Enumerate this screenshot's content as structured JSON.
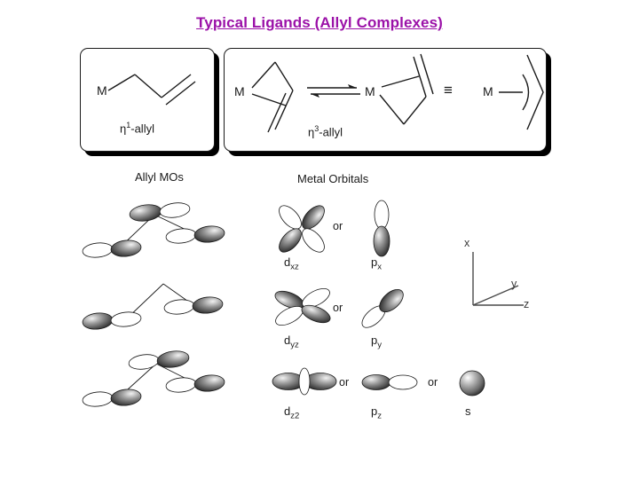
{
  "slide": {
    "title": "Typical Ligands (Allyl Complexes)",
    "title_color": "#9b11a8",
    "background": "#ffffff"
  },
  "boxes": [
    {
      "id": "eta1",
      "label_eta": "η",
      "label_sup": "1",
      "label_rest": "-allyl",
      "metal_label": "M"
    },
    {
      "id": "eta3",
      "label_eta": "η",
      "label_sup": "3",
      "label_rest": "-allyl",
      "metal_label_left": "M",
      "metal_label_mid": "M",
      "metal_label_right": "M",
      "equilibrium_symbol": "equilibrium-arrows",
      "equivalence_symbol": "≡"
    }
  ],
  "columns": {
    "allyl_mos_heading": "Allyl MOs",
    "metal_orbitals_heading": "Metal Orbitals"
  },
  "allyl_mos": [
    {
      "name": "psi3-antibonding",
      "lobes": 3,
      "node_count": 2
    },
    {
      "name": "psi2-nonbonding",
      "lobes": 2,
      "node_count": 1
    },
    {
      "name": "psi1-bonding",
      "lobes": 3,
      "node_count": 0
    }
  ],
  "metal_orbitals": [
    {
      "row": 1,
      "items": [
        {
          "symbol": "d",
          "sub": "xz",
          "shape": "d-cloverleaf"
        },
        {
          "symbol": "p",
          "sub": "x",
          "shape": "p-vertical"
        }
      ],
      "connector": "or"
    },
    {
      "row": 2,
      "items": [
        {
          "symbol": "d",
          "sub": "yz",
          "shape": "d-cloverleaf-tilted"
        },
        {
          "symbol": "p",
          "sub": "y",
          "shape": "p-diagonal"
        }
      ],
      "connector": "or"
    },
    {
      "row": 3,
      "items": [
        {
          "symbol": "d",
          "sub": "z2",
          "shape": "dz2-with-torus"
        },
        {
          "symbol": "p",
          "sub": "z",
          "shape": "p-horizontal"
        },
        {
          "symbol": "s",
          "sub": "",
          "shape": "sphere"
        }
      ],
      "connector": "or"
    }
  ],
  "axes": {
    "x_label": "x",
    "y_label": "y",
    "z_label": "z"
  }
}
